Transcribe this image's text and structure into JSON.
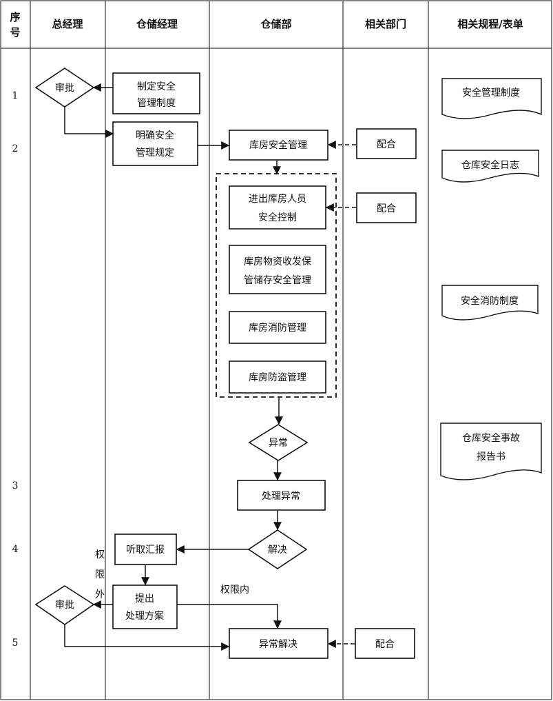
{
  "headers": {
    "seq_line1": "序",
    "seq_line2": "号",
    "gm": "总经理",
    "wh_manager": "仓储经理",
    "wh_dept": "仓储部",
    "related_dept": "相关部门",
    "related_docs": "相关规程/表单"
  },
  "row_numbers": [
    "1",
    "2",
    "3",
    "4",
    "5"
  ],
  "nodes": {
    "approve1": "审批",
    "make_rules_l1": "制定安全",
    "make_rules_l2": "管理制度",
    "clarify_l1": "明确安全",
    "clarify_l2": "管理规定",
    "store_safety": "库房安全管理",
    "cooperate1": "配合",
    "personnel_l1": "进出库房人员",
    "personnel_l2": "安全控制",
    "cooperate2": "配合",
    "goods_l1": "库房物资收发保",
    "goods_l2": "管储存安全管理",
    "fire": "库房消防管理",
    "theft": "库房防盗管理",
    "abnormal": "异常",
    "handle": "处理异常",
    "resolve": "解决",
    "listen": "听取汇报",
    "propose_l1": "提出",
    "propose_l2": "处理方案",
    "approve2": "审批",
    "resolved": "异常解决",
    "cooperate3": "配合"
  },
  "edge_labels": {
    "outside_1": "权",
    "outside_2": "限",
    "outside_3": "外",
    "inside": "权限内"
  },
  "docs": {
    "d1": "安全管理制度",
    "d2": "仓库安全日志",
    "d3": "安全消防制度",
    "d4_l1": "仓库安全事故",
    "d4_l2": "报告书"
  }
}
